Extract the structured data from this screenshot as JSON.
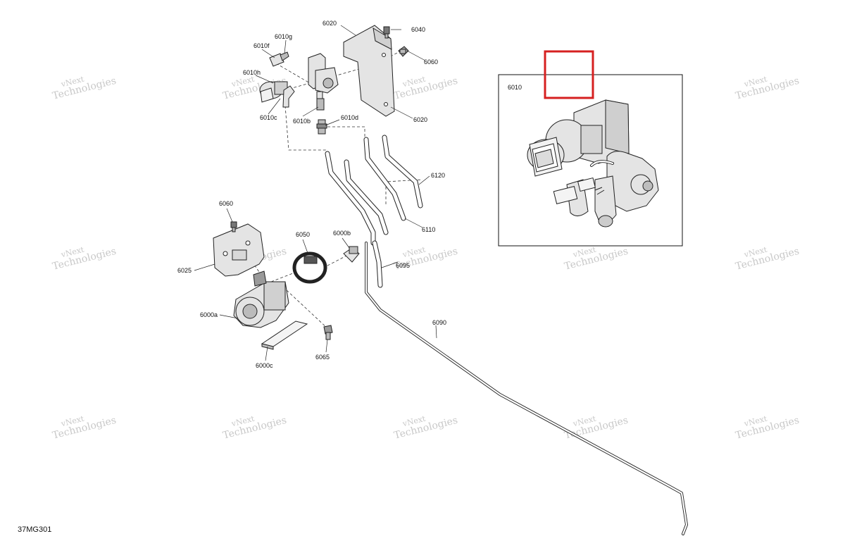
{
  "diagram_code": "37MG301",
  "watermark": {
    "line1": "vNext",
    "line2": "Technologies",
    "inline": "vNext Technologies"
  },
  "detail_view": {
    "label": "6010"
  },
  "highlight_color": "#d62020",
  "callouts": {
    "c6020_top": "6020",
    "c6040": "6040",
    "c6010g": "6010g",
    "c6010f": "6010f",
    "c6060_top": "6060",
    "c6010h": "6010h",
    "c6010c": "6010c",
    "c6010b": "6010b",
    "c6010d": "6010d",
    "c6020_bot": "6020",
    "c6120": "6120",
    "c6060_mid": "6060",
    "c6050": "6050",
    "c6000b": "6000b",
    "c6110": "6110",
    "c6095": "6095",
    "c6025": "6025",
    "c6000a": "6000a",
    "c6090": "6090",
    "c6065": "6065",
    "c6000c": "6000c"
  }
}
